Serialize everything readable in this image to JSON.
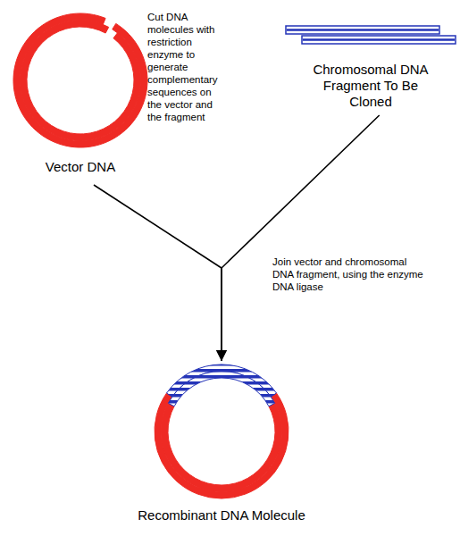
{
  "diagram": {
    "nodes": [
      {
        "text": [
          "Vector DNA"
        ]
      },
      {
        "text": [
          "Chromosomal DNA Fragment To Be Cloned"
        ]
      },
      {
        "text": [
          "Recombinant DNA Molecule"
        ]
      }
    ],
    "edges": [
      {
        "from": 0,
        "to": 2,
        "arrow": "to"
      },
      {
        "from": 1,
        "to": 2,
        "arrow": "to"
      }
    ],
    "labels": [
      "Cut DNA molecules with restriction enzyme to generate complementary sequences on the vector and the fragment",
      "Join vector and chromosomal DNA fragment, using the enzyme DNA ligase"
    ]
  }
}
